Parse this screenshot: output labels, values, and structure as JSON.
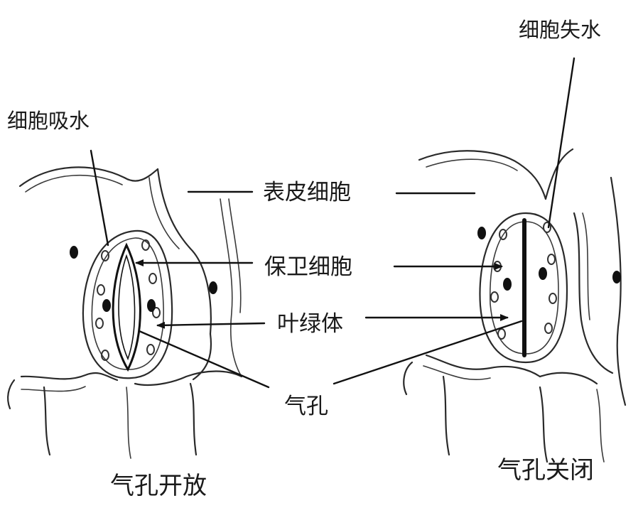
{
  "labels": {
    "cell_absorbs_water": "细胞吸水",
    "cell_loses_water": "细胞失水",
    "epidermal_cell": "表皮细胞",
    "guard_cell": "保卫细胞",
    "chloroplast": "叶绿体",
    "stoma": "气孔"
  },
  "captions": {
    "open": "气孔开放",
    "closed": "气孔关闭"
  }
}
